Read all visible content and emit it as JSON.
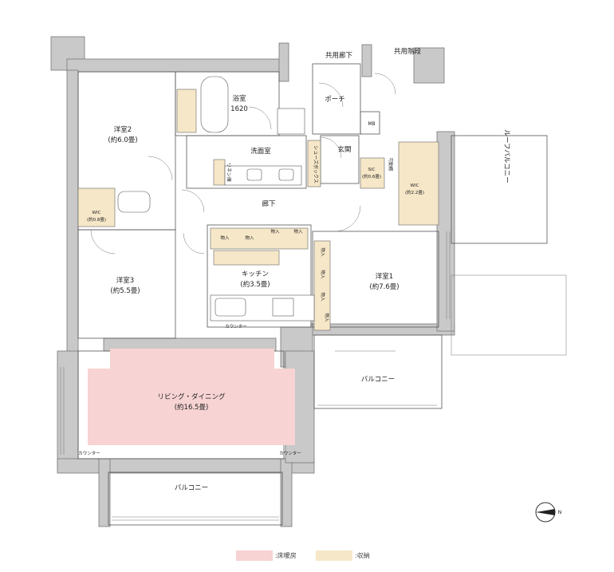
{
  "rooms": {
    "western2": {
      "name": "洋室2",
      "area": "(約6.0畳)"
    },
    "bath": {
      "name": "浴室",
      "size": "1620"
    },
    "washroom": {
      "name": "洗面室"
    },
    "linen": {
      "name": "リネン庫"
    },
    "shoebox": {
      "name": "シューズボックス"
    },
    "hall": {
      "name": "廊下"
    },
    "wic_left": {
      "name": "WIC",
      "area": "(約0.8畳)"
    },
    "western3": {
      "name": "洋室3",
      "area": "(約5.5畳)"
    },
    "kitchen": {
      "name": "キッチン",
      "area": "(約3.5畳)"
    },
    "western1": {
      "name": "洋室1",
      "area": "(約7.6畳)"
    },
    "living": {
      "name": "リビング・ダイニング",
      "area": "(約16.5畳)"
    },
    "balcony_right": {
      "name": "バルコニー"
    },
    "balcony_bottom": {
      "name": "バルコニー"
    },
    "roof_balcony": {
      "name": "ルーフバルコニー"
    },
    "common_corridor": {
      "name": "共用廊下"
    },
    "common_stairs": {
      "name": "共用階段"
    },
    "porch": {
      "name": "ポーチ"
    },
    "mb": {
      "name": "MB"
    },
    "entrance": {
      "name": "玄関"
    },
    "sic": {
      "name": "SIC",
      "area": "(約0.6畳)"
    },
    "movable_shelf": {
      "name": "可動棚"
    },
    "wic_right": {
      "name": "WIC",
      "area": "(約2.2畳)"
    }
  },
  "labels": {
    "storage": "物入",
    "counter": "カウンター"
  },
  "compass": {
    "label": "N"
  },
  "legend": [
    {
      "label": ":床暖房",
      "color": "#f7d3d3"
    },
    {
      "label": ":収納",
      "color": "#f6e7c8"
    }
  ],
  "colors": {
    "floor_heating": "#f7d3d3",
    "storage": "#f6e7c8",
    "wall": "#c9c9c9"
  }
}
